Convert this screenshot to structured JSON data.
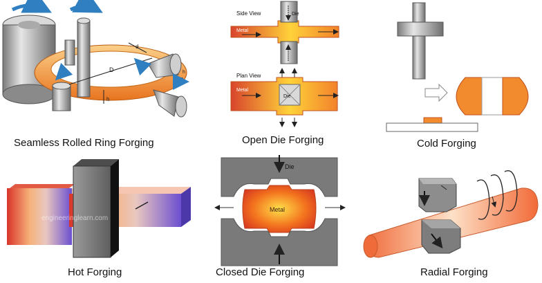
{
  "panels": {
    "seamless": {
      "caption": "Seamless Rolled Ring Forging",
      "labels": {
        "d_outer": "D",
        "d_small": "d",
        "h": "h",
        "d_right": "D",
        "h_right": "h"
      }
    },
    "open_die": {
      "caption": "Open Die Forging",
      "side_view": "Side View",
      "plan_view": "Plan View",
      "metal_side": "Metal",
      "metal_plan": "Metal",
      "die_side": "Die",
      "die_plan": "Die"
    },
    "cold": {
      "caption": "Cold Forging"
    },
    "hot": {
      "caption": "Hot Forging",
      "watermark": "engineeringlearn.com"
    },
    "closed_die": {
      "caption": "Closed Die Forging",
      "die": "Die",
      "metal": "Metal"
    },
    "radial": {
      "caption": "Radial Forging"
    }
  },
  "colors": {
    "orange": "#f28a2e",
    "hot_red": "#d9342b",
    "steel_gray": "#8d8d8d",
    "die_gray": "#6e6e6e",
    "arrow_blue": "#2f7fc1"
  }
}
